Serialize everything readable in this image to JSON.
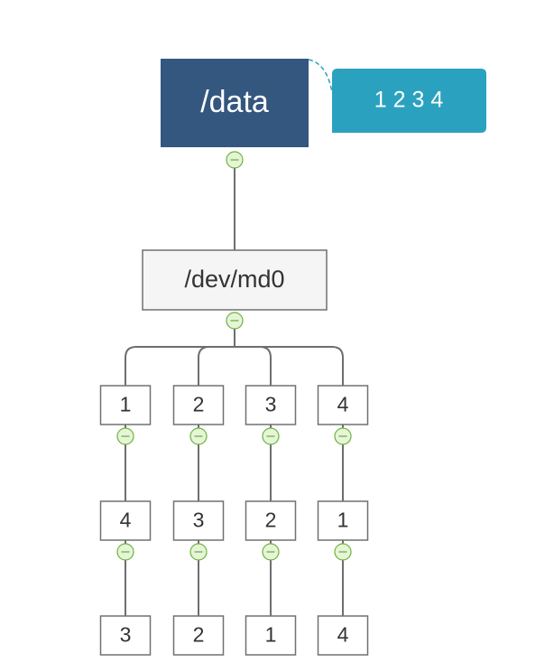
{
  "diagram": {
    "root": {
      "label": "/data",
      "fill": "#34577f",
      "text_color": "#ffffff"
    },
    "callout": {
      "text": "1 2 3 4",
      "fill": "#2aa2bf",
      "text_color": "#ffffff"
    },
    "device": {
      "label": "/dev/md0",
      "fill": "#f5f5f5",
      "stroke": "#707070"
    },
    "columns": [
      [
        "1",
        "4",
        "3"
      ],
      [
        "2",
        "3",
        "2"
      ],
      [
        "3",
        "2",
        "1"
      ],
      [
        "4",
        "1",
        "4"
      ]
    ],
    "collapse_icon": {
      "name": "collapse-minus-icon",
      "fill": "#e6f4d8",
      "stroke": "#6db33f"
    },
    "connector_color": "#6e6e6e"
  }
}
